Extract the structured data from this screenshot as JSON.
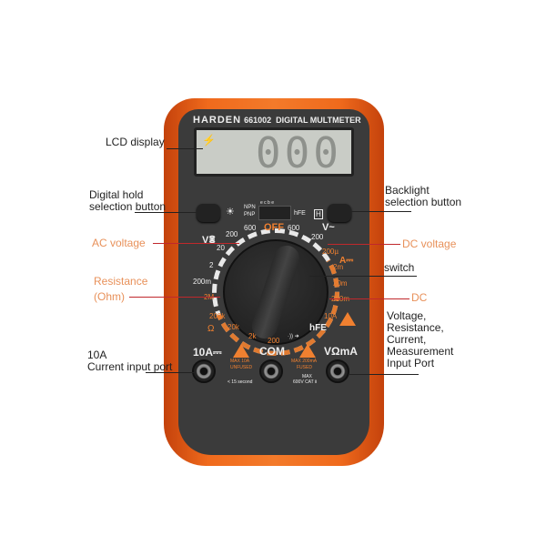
{
  "device": {
    "brand": "HARDEN",
    "model": "661002",
    "type": "DIGITAL MULTMETER",
    "lcd_value": "000"
  },
  "panel": {
    "npn": "NPN",
    "pnp": "PNP",
    "pins": "e c b e",
    "hfe": "hFE",
    "hold_symbol": "H",
    "backlight_symbol": "☀"
  },
  "dial": {
    "off": "OFF",
    "labels": [
      "600",
      "600",
      "Vⴻ",
      "200",
      "20",
      "2",
      "200m",
      "2M",
      "200k",
      "20k",
      "2k",
      "200",
      "Ω",
      "V~",
      "200",
      "200µ",
      "A⎓",
      "2m",
      "20m",
      "200m",
      "10A",
      "hFE",
      "·)) ➜"
    ]
  },
  "ports": {
    "a10": "10A⎓",
    "a10_note1": "MAX 10A",
    "a10_note2": "UNFUSED",
    "a10_note3": "< 15 second",
    "com": "COM",
    "ma_note1": "MAX 200mA",
    "ma_note2": "FUSED",
    "ma_note3": "MAX",
    "ma_note4": "600V CAT Ⅱ",
    "vohm": "VΩmA"
  },
  "annotations": {
    "lcd": "LCD display",
    "hold": [
      "Digital hold",
      "selection button"
    ],
    "ac": "AC voltage",
    "resistance": [
      "Resistance",
      "(Ohm)"
    ],
    "current": [
      "10A",
      "Current input port"
    ],
    "backlight": [
      "Backlight",
      "selection button"
    ],
    "dcv": "DC voltage",
    "switch": "switch",
    "dc": "DC",
    "vport": [
      "Voltage,",
      "Resistance,",
      "Current,",
      "Measurement",
      "Input Port"
    ]
  }
}
